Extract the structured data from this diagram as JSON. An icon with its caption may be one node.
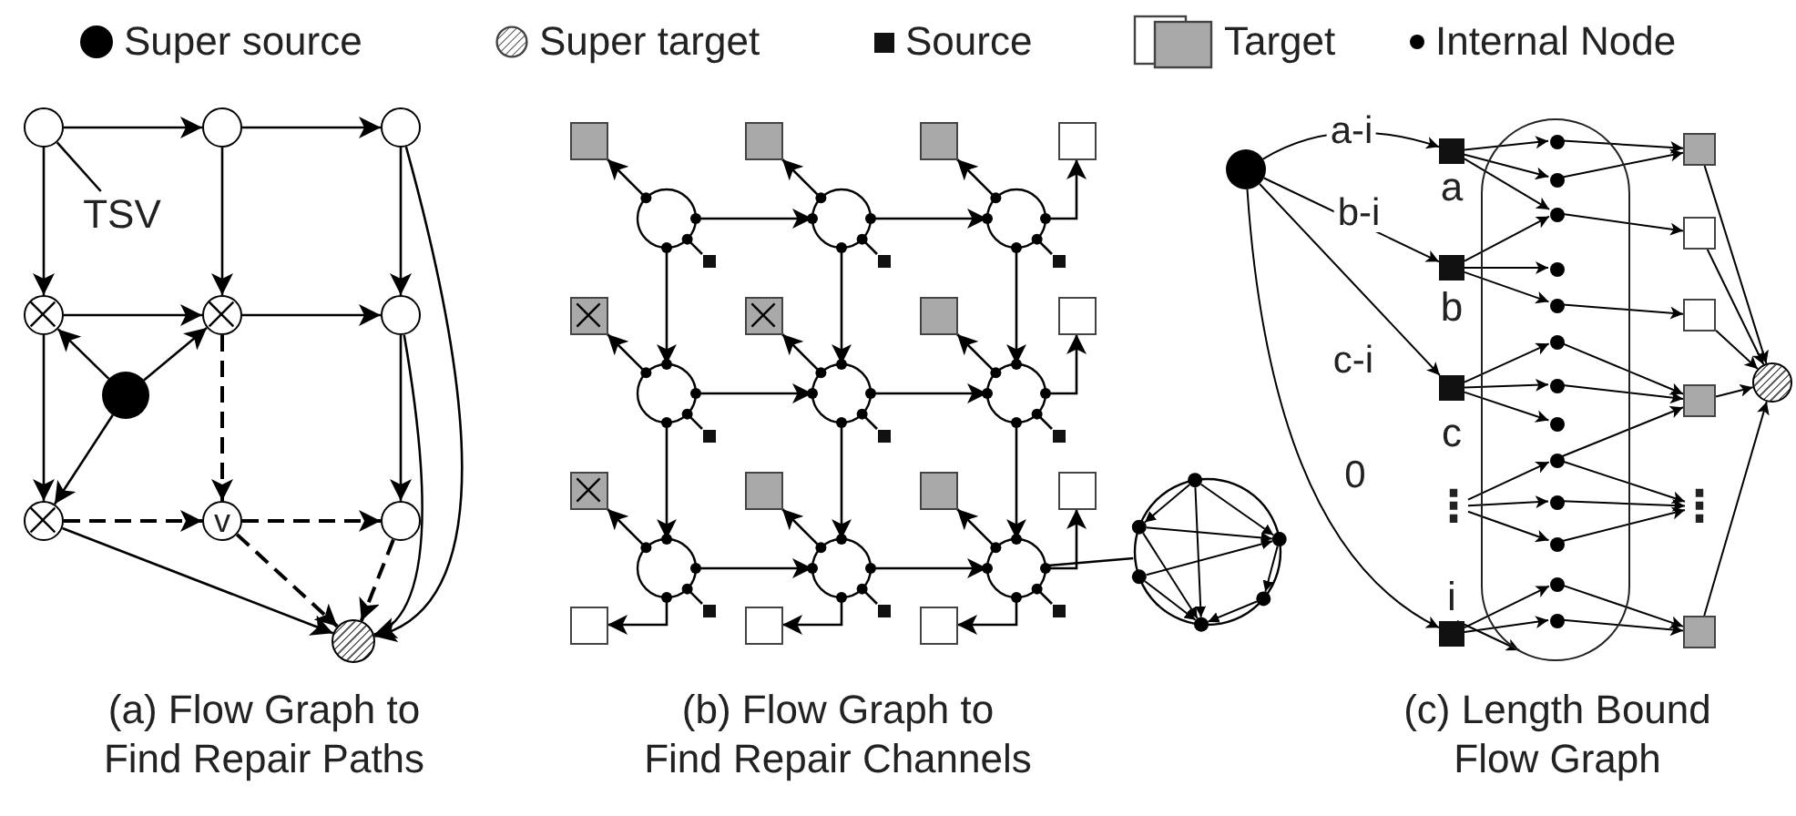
{
  "diagram": {
    "nodes": [
      {
        "text": [],
        "shape": "circle"
      },
      {
        "text": [],
        "shape": "circle"
      },
      {
        "text": [],
        "shape": "circle"
      },
      {
        "text": [],
        "shape": "circle"
      },
      {
        "text": [],
        "shape": "circle"
      },
      {
        "text": [],
        "shape": "circle"
      },
      {
        "text": [],
        "shape": "circle"
      },
      {
        "text": [
          "v"
        ]
      },
      {
        "text": [],
        "shape": "circle"
      },
      {
        "text": [],
        "shape": "circle"
      },
      {
        "text": [],
        "shape": "circle"
      },
      {
        "text": [
          "TSV"
        ]
      },
      {
        "text": [],
        "shape": "circle"
      },
      {
        "text": [],
        "shape": "circle"
      },
      {
        "text": [],
        "shape": "circle"
      },
      {
        "text": [],
        "shape": "circle"
      },
      {
        "text": [],
        "shape": "circle"
      },
      {
        "text": [],
        "shape": "circle"
      },
      {
        "text": [],
        "shape": "circle"
      },
      {
        "text": [],
        "shape": "circle"
      },
      {
        "text": [],
        "shape": "circle"
      },
      {
        "text": [],
        "shape": "box"
      },
      {
        "text": [],
        "shape": "box"
      },
      {
        "text": [],
        "shape": "box"
      },
      {
        "text": [],
        "shape": "box"
      },
      {
        "text": [],
        "shape": "box"
      },
      {
        "text": [],
        "shape": "box"
      },
      {
        "text": [],
        "shape": "box"
      },
      {
        "text": [],
        "shape": "box"
      },
      {
        "text": [],
        "shape": "box"
      },
      {
        "text": [],
        "shape": "box"
      },
      {
        "text": [],
        "shape": "box"
      },
      {
        "text": [],
        "shape": "box"
      },
      {
        "text": [],
        "shape": "box"
      },
      {
        "text": [],
        "shape": "box"
      },
      {
        "text": [],
        "shape": "box"
      },
      {
        "text": [],
        "shape": "box"
      },
      {
        "text": [],
        "shape": "box"
      },
      {
        "text": [],
        "shape": "box"
      },
      {
        "text": [],
        "shape": "box"
      },
      {
        "text": [],
        "shape": "box"
      },
      {
        "text": [],
        "shape": "box"
      },
      {
        "text": [],
        "shape": "box"
      },
      {
        "text": [],
        "shape": "box"
      },
      {
        "text": [],
        "shape": "box"
      },
      {
        "text": [],
        "shape": "circle"
      },
      {
        "text": [],
        "shape": "circle"
      },
      {
        "text": [],
        "shape": "box",
        "beside": [
          "a"
        ]
      },
      {
        "text": [],
        "shape": "box",
        "beside": [
          "b"
        ]
      },
      {
        "text": [],
        "shape": "box",
        "beside": [
          "c"
        ]
      },
      {
        "text": [
          "⋮"
        ]
      },
      {
        "text": [],
        "shape": "box",
        "beside": [
          "i"
        ]
      },
      {
        "text": [],
        "shape": "box"
      },
      {
        "text": [],
        "shape": "circle",
        "in": 52
      },
      {
        "text": [],
        "shape": "circle",
        "in": 52
      },
      {
        "text": [],
        "shape": "circle",
        "in": 52
      },
      {
        "text": [],
        "shape": "circle",
        "in": 52
      },
      {
        "text": [],
        "shape": "circle",
        "in": 52
      },
      {
        "text": [],
        "shape": "circle",
        "in": 52
      },
      {
        "text": [],
        "shape": "circle",
        "in": 52
      },
      {
        "text": [],
        "shape": "circle",
        "in": 52
      },
      {
        "text": [],
        "shape": "circle",
        "in": 52
      },
      {
        "text": [],
        "shape": "circle",
        "in": 52
      },
      {
        "text": [],
        "shape": "circle",
        "in": 52
      },
      {
        "text": [],
        "shape": "circle",
        "in": 52
      },
      {
        "text": [],
        "shape": "circle",
        "in": 52
      },
      {
        "text": [],
        "shape": "box"
      },
      {
        "text": [],
        "shape": "box"
      },
      {
        "text": [],
        "shape": "box"
      },
      {
        "text": [],
        "shape": "box"
      },
      {
        "text": [
          "⋮"
        ]
      },
      {
        "text": [],
        "shape": "box"
      },
      {
        "text": [],
        "shape": "circle"
      }
    ],
    "edges": [
      {
        "from": 0,
        "to": 1,
        "arrow": "to"
      },
      {
        "from": 1,
        "to": 2,
        "arrow": "to"
      },
      {
        "from": 0,
        "to": 3,
        "arrow": "to"
      },
      {
        "from": 1,
        "to": 4,
        "arrow": "to"
      },
      {
        "from": 2,
        "to": 5,
        "arrow": "to"
      },
      {
        "from": 3,
        "to": 4,
        "arrow": "to"
      },
      {
        "from": 4,
        "to": 5,
        "arrow": "to"
      },
      {
        "from": 3,
        "to": 6,
        "arrow": "to"
      },
      {
        "from": 4,
        "to": 7,
        "arrow": "to",
        "style": "dashed"
      },
      {
        "from": 5,
        "to": 8,
        "arrow": "to"
      },
      {
        "from": 6,
        "to": 7,
        "arrow": "to",
        "style": "dashed"
      },
      {
        "from": 7,
        "to": 8,
        "arrow": "to",
        "style": "dashed"
      },
      {
        "from": 9,
        "to": 3,
        "arrow": "to"
      },
      {
        "from": 9,
        "to": 4,
        "arrow": "to"
      },
      {
        "from": 9,
        "to": 6,
        "arrow": "to"
      },
      {
        "from": 6,
        "to": 10,
        "arrow": "to"
      },
      {
        "from": 7,
        "to": 10,
        "arrow": "to",
        "style": "dashed"
      },
      {
        "from": 8,
        "to": 10,
        "arrow": "to",
        "style": "dashed"
      },
      {
        "from": 5,
        "to": 10,
        "arrow": "to"
      },
      {
        "from": 2,
        "to": 10,
        "arrow": "to"
      },
      {
        "from": 11,
        "to": 0,
        "arrow": "none"
      },
      {
        "from": 12,
        "to": 21,
        "arrow": "to"
      },
      {
        "from": 13,
        "to": 22,
        "arrow": "to"
      },
      {
        "from": 14,
        "to": 23,
        "arrow": "to"
      },
      {
        "from": 15,
        "to": 24,
        "arrow": "to"
      },
      {
        "from": 16,
        "to": 25,
        "arrow": "to"
      },
      {
        "from": 17,
        "to": 26,
        "arrow": "to"
      },
      {
        "from": 18,
        "to": 27,
        "arrow": "to"
      },
      {
        "from": 19,
        "to": 28,
        "arrow": "to"
      },
      {
        "from": 20,
        "to": 29,
        "arrow": "to"
      },
      {
        "from": 12,
        "to": 13,
        "arrow": "to"
      },
      {
        "from": 13,
        "to": 14,
        "arrow": "to"
      },
      {
        "from": 15,
        "to": 16,
        "arrow": "to"
      },
      {
        "from": 16,
        "to": 17,
        "arrow": "to"
      },
      {
        "from": 18,
        "to": 19,
        "arrow": "to"
      },
      {
        "from": 19,
        "to": 20,
        "arrow": "to"
      },
      {
        "from": 12,
        "to": 15,
        "arrow": "to"
      },
      {
        "from": 13,
        "to": 16,
        "arrow": "to"
      },
      {
        "from": 14,
        "to": 17,
        "arrow": "to"
      },
      {
        "from": 15,
        "to": 18,
        "arrow": "to"
      },
      {
        "from": 16,
        "to": 19,
        "arrow": "to"
      },
      {
        "from": 17,
        "to": 20,
        "arrow": "to"
      },
      {
        "from": 14,
        "to": 30,
        "arrow": "to"
      },
      {
        "from": 17,
        "to": 31,
        "arrow": "to"
      },
      {
        "from": 20,
        "to": 32,
        "arrow": "to"
      },
      {
        "from": 18,
        "to": 33,
        "arrow": "to"
      },
      {
        "from": 19,
        "to": 34,
        "arrow": "to"
      },
      {
        "from": 20,
        "to": 35,
        "arrow": "to"
      },
      {
        "from": 12,
        "to": 36,
        "arrow": "none"
      },
      {
        "from": 13,
        "to": 37,
        "arrow": "none"
      },
      {
        "from": 14,
        "to": 38,
        "arrow": "none"
      },
      {
        "from": 15,
        "to": 39,
        "arrow": "none"
      },
      {
        "from": 16,
        "to": 40,
        "arrow": "none"
      },
      {
        "from": 17,
        "to": 41,
        "arrow": "none"
      },
      {
        "from": 18,
        "to": 42,
        "arrow": "none"
      },
      {
        "from": 19,
        "to": 43,
        "arrow": "none"
      },
      {
        "from": 20,
        "to": 44,
        "arrow": "none"
      },
      {
        "from": 20,
        "to": 45,
        "arrow": "none"
      },
      {
        "from": 46,
        "to": 47,
        "arrow": "to",
        "label": "a-i"
      },
      {
        "from": 46,
        "to": 48,
        "arrow": "to",
        "label": "b-i"
      },
      {
        "from": 46,
        "to": 49,
        "arrow": "to",
        "label": "c-i"
      },
      {
        "from": 46,
        "to": 51,
        "arrow": "to",
        "label": "0"
      },
      {
        "from": 47,
        "to": 53,
        "arrow": "to"
      },
      {
        "from": 47,
        "to": 54,
        "arrow": "to"
      },
      {
        "from": 47,
        "to": 55,
        "arrow": "to"
      },
      {
        "from": 48,
        "to": 55,
        "arrow": "to"
      },
      {
        "from": 48,
        "to": 56,
        "arrow": "to"
      },
      {
        "from": 48,
        "to": 57,
        "arrow": "to"
      },
      {
        "from": 49,
        "to": 58,
        "arrow": "to"
      },
      {
        "from": 49,
        "to": 59,
        "arrow": "to"
      },
      {
        "from": 49,
        "to": 60,
        "arrow": "to"
      },
      {
        "from": 50,
        "to": 61,
        "arrow": "to"
      },
      {
        "from": 50,
        "to": 62,
        "arrow": "to"
      },
      {
        "from": 50,
        "to": 63,
        "arrow": "to"
      },
      {
        "from": 51,
        "to": 64,
        "arrow": "to"
      },
      {
        "from": 51,
        "to": 65,
        "arrow": "to"
      },
      {
        "from": 51,
        "to": 52,
        "arrow": "to"
      },
      {
        "from": 53,
        "to": 66,
        "arrow": "to"
      },
      {
        "from": 54,
        "to": 66,
        "arrow": "to"
      },
      {
        "from": 55,
        "to": 67,
        "arrow": "to"
      },
      {
        "from": 57,
        "to": 68,
        "arrow": "to"
      },
      {
        "from": 58,
        "to": 69,
        "arrow": "to"
      },
      {
        "from": 59,
        "to": 69,
        "arrow": "to"
      },
      {
        "from": 61,
        "to": 69,
        "arrow": "to"
      },
      {
        "from": 61,
        "to": 70,
        "arrow": "to"
      },
      {
        "from": 62,
        "to": 70,
        "arrow": "to"
      },
      {
        "from": 63,
        "to": 70,
        "arrow": "to"
      },
      {
        "from": 64,
        "to": 71,
        "arrow": "to"
      },
      {
        "from": 65,
        "to": 71,
        "arrow": "to"
      },
      {
        "from": 66,
        "to": 72,
        "arrow": "to"
      },
      {
        "from": 67,
        "to": 72,
        "arrow": "to"
      },
      {
        "from": 68,
        "to": 72,
        "arrow": "to"
      },
      {
        "from": 69,
        "to": 72,
        "arrow": "to"
      },
      {
        "from": 71,
        "to": 72,
        "arrow": "to"
      }
    ],
    "labels": [
      "(a) Flow Graph to Find Repair Paths",
      "(b) Flow Graph to Find Repair Channels",
      "(c) Length Bound Flow Graph"
    ],
    "legend": [
      {
        "text": "Super source"
      },
      {
        "text": "Super target"
      },
      {
        "text": "Source"
      },
      {
        "text": "Target"
      },
      {
        "text": "Internal Node"
      }
    ]
  }
}
